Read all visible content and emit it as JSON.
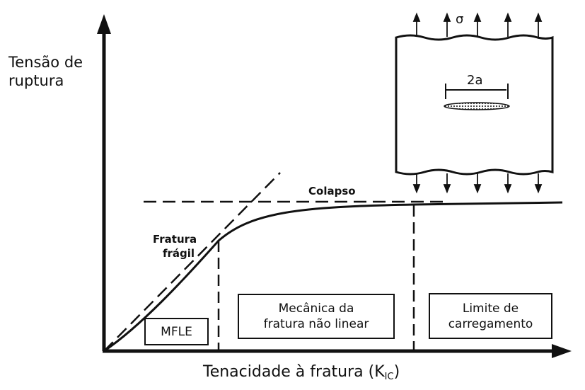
{
  "y_axis_label": {
    "line1": "Tensão de",
    "line2": "ruptura"
  },
  "x_axis_label": {
    "text": "Tenacidade à fratura (K",
    "subscript": "IC",
    "closing": ")"
  },
  "annotations": {
    "collapse": "Colapso",
    "brittle_line1": "Fratura",
    "brittle_line2": "frágil",
    "stress_symbol": "σ",
    "crack_length": "2a"
  },
  "regions": {
    "mfle": "MFLE",
    "nonlinear_line1": "Mecânica da",
    "nonlinear_line2": "fratura não linear",
    "limit_line1": "Limite de",
    "limit_line2": "carregamento"
  }
}
